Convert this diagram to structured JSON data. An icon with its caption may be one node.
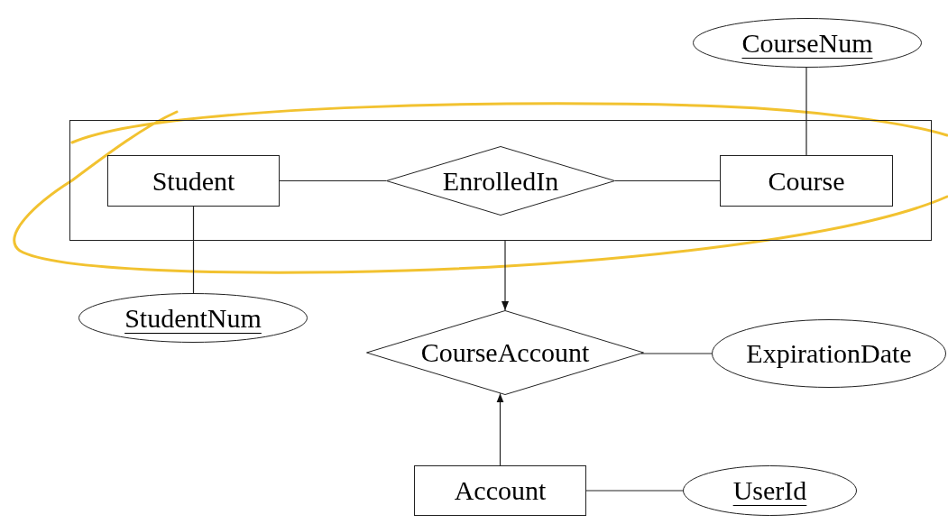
{
  "diagram": {
    "nodes": [
      {
        "text": [],
        "shape": "box"
      },
      {
        "text": [
          "Student"
        ],
        "in": 0
      },
      {
        "text": [
          "EnrolledIn"
        ],
        "in": 0
      },
      {
        "text": [
          "Course"
        ],
        "in": 0
      },
      {
        "text": [
          "CourseNum"
        ]
      },
      {
        "text": [
          "StudentNum"
        ]
      },
      {
        "text": [
          "CourseAccount"
        ]
      },
      {
        "text": [
          "ExpirationDate"
        ]
      },
      {
        "text": [
          "Account"
        ]
      },
      {
        "text": [
          "UserId"
        ]
      }
    ],
    "edges": [
      {
        "from": 1,
        "to": 2,
        "arrow": "none"
      },
      {
        "from": 2,
        "to": 3,
        "arrow": "none"
      },
      {
        "from": 3,
        "to": 4,
        "arrow": "none"
      },
      {
        "from": 1,
        "to": 5,
        "arrow": "none"
      },
      {
        "from": 0,
        "to": 6,
        "arrow": "to"
      },
      {
        "from": 6,
        "to": 7,
        "arrow": "none"
      },
      {
        "from": 8,
        "to": 6,
        "arrow": "to"
      },
      {
        "from": 8,
        "to": 9,
        "arrow": "none"
      }
    ]
  }
}
